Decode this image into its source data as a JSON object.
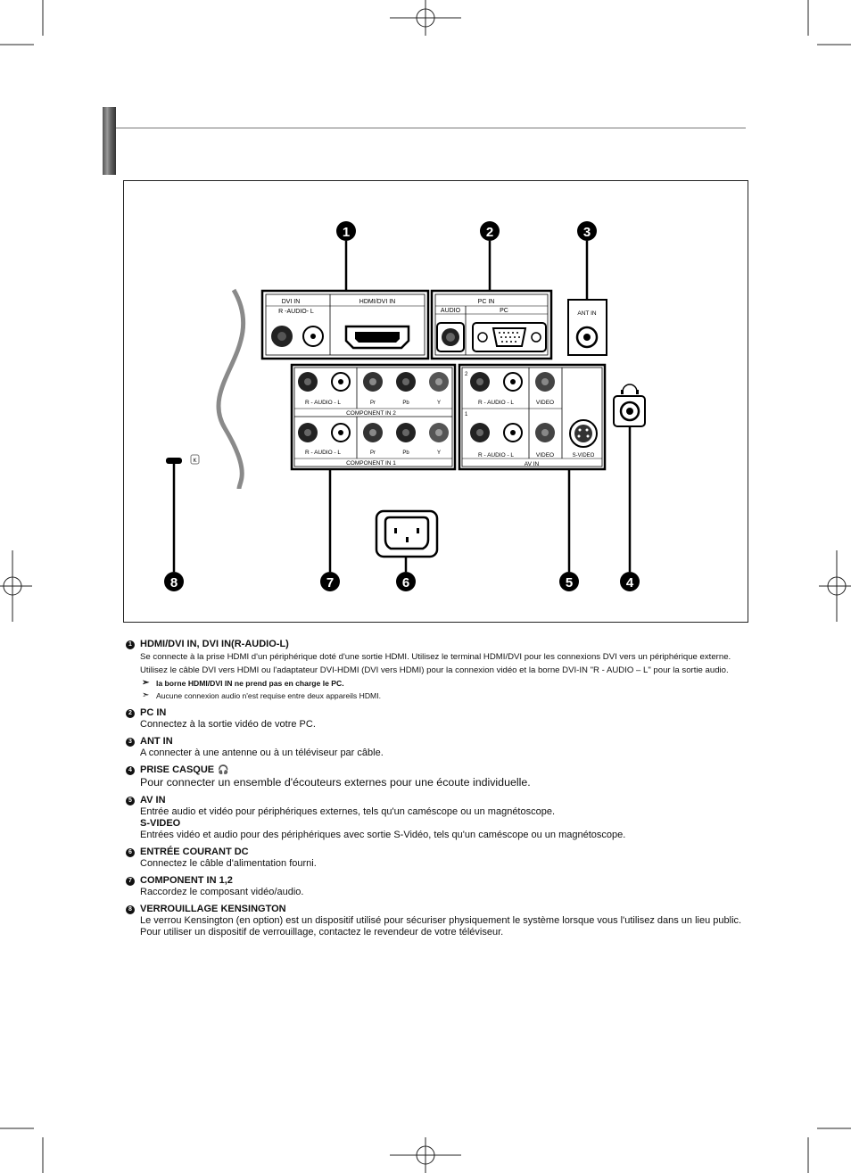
{
  "callouts": [
    "1",
    "2",
    "3",
    "4",
    "5",
    "6",
    "7",
    "8"
  ],
  "panel_labels": {
    "dvi_in": "DVI IN",
    "r_audio_l": "R -AUDIO- L",
    "hdmi_dvi_in": "HDMI/DVI IN",
    "pc_in": "PC IN",
    "audio": "AUDIO",
    "pc": "PC",
    "ant_in": "ANT IN",
    "r_audio_l_small": "R - AUDIO - L",
    "y_label": "Y",
    "pb_label": "Pb",
    "pr_label": "Pr",
    "component_in_2": "COMPONENT IN 2",
    "component_in_1": "COMPONENT IN 1",
    "video": "VIDEO",
    "s_video": "S-VIDEO",
    "av_in": "AV IN",
    "row_2": "2",
    "row_1": "1",
    "kensington_k": "K"
  },
  "sections": [
    {
      "num": "1",
      "title": "HDMI/DVI IN, DVI IN(R-AUDIO-L)",
      "lines": [
        "Se connecte à la prise HDMI d'un périphérique doté d'une sortie HDMI. Utilisez le terminal HDMI/DVI pour les connexions DVI vers un périphérique externe.",
        "Utilisez le câble DVI vers HDMI ou l'adaptateur DVI-HDMI (DVI vers HDMI) pour la connexion vidéo et la borne DVI-IN \"R - AUDIO – L\" pour la sortie audio."
      ],
      "notes": [
        "la borne HDMI/DVI IN ne prend pas en charge le PC.",
        "Aucune connexion audio n'est requise entre deux appareils HDMI."
      ]
    },
    {
      "num": "2",
      "title": "PC IN",
      "lines": [
        "Connectez à la sortie vidéo de votre PC."
      ]
    },
    {
      "num": "3",
      "title": "ANT IN",
      "lines": [
        "A connecter à une antenne ou à un téléviseur par câble."
      ]
    },
    {
      "num": "4",
      "title": "PRISE CASQUE",
      "lines": [
        "Pour connecter un ensemble d'écouteurs externes pour une écoute individuelle."
      ]
    },
    {
      "num": "5",
      "title": "AV IN",
      "lines": [
        "Entrée audio et vidéo pour périphériques externes, tels qu'un caméscope ou un magnétoscope."
      ],
      "subtitle": "S-VIDEO",
      "sublines": [
        "Entrées vidéo et audio pour des périphériques avec sortie S-Vidéo, tels qu'un caméscope ou un magnétoscope."
      ]
    },
    {
      "num": "6",
      "title": "ENTRÉE COURANT DC",
      "lines": [
        "Connectez le câble d'alimentation fourni."
      ]
    },
    {
      "num": "7",
      "title": "COMPONENT IN 1,2",
      "lines": [
        "Raccordez le composant vidéo/audio."
      ]
    },
    {
      "num": "8",
      "title": "VERROUILLAGE KENSINGTON",
      "lines": [
        "Le verrou Kensington (en option) est un dispositif utilisé pour sécuriser physiquement le système lorsque vous l'utilisez dans un lieu public.",
        "Pour utiliser un dispositif de verrouillage, contactez le revendeur de votre téléviseur."
      ]
    }
  ]
}
